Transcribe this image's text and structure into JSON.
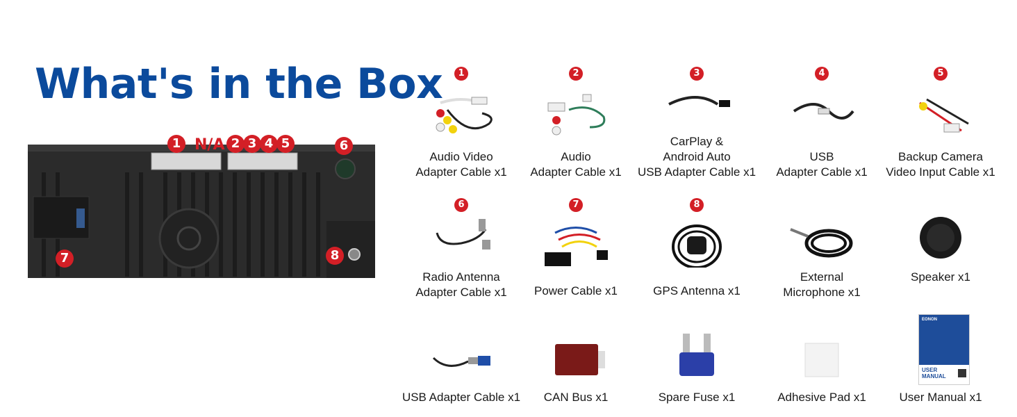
{
  "title": "What's in the Box",
  "unit": {
    "markers": [
      "1",
      "2",
      "3",
      "4",
      "5",
      "6",
      "7",
      "8"
    ],
    "na_label": "N/A"
  },
  "items": [
    {
      "num": "1",
      "line1": "Audio Video",
      "line2": "Adapter Cable x1",
      "line3": ""
    },
    {
      "num": "2",
      "line1": "Audio",
      "line2": "Adapter Cable x1",
      "line3": ""
    },
    {
      "num": "3",
      "line1": "CarPlay &",
      "line2": "Android Auto",
      "line3": "USB Adapter Cable x1"
    },
    {
      "num": "4",
      "line1": "USB",
      "line2": "Adapter Cable x1",
      "line3": ""
    },
    {
      "num": "5",
      "line1": "Backup Camera",
      "line2": "Video Input Cable x1",
      "line3": ""
    },
    {
      "num": "6",
      "line1": "Radio Antenna",
      "line2": "Adapter Cable x1",
      "line3": ""
    },
    {
      "num": "7",
      "line1": "Power Cable x1",
      "line2": "",
      "line3": ""
    },
    {
      "num": "8",
      "line1": "GPS Antenna x1",
      "line2": "",
      "line3": ""
    },
    {
      "num": "",
      "line1": "External",
      "line2": "Microphone x1",
      "line3": ""
    },
    {
      "num": "",
      "line1": "Speaker x1",
      "line2": "",
      "line3": ""
    },
    {
      "num": "",
      "line1": "USB Adapter Cable x1",
      "line2": "",
      "line3": ""
    },
    {
      "num": "",
      "line1": "CAN Bus x1",
      "line2": "",
      "line3": ""
    },
    {
      "num": "",
      "line1": "Spare Fuse x1",
      "line2": "",
      "line3": ""
    },
    {
      "num": "",
      "line1": "Adhesive Pad x1",
      "line2": "",
      "line3": ""
    },
    {
      "num": "",
      "line1": "User Manual x1",
      "line2": "",
      "line3": ""
    }
  ],
  "manual": {
    "brand": "EONON",
    "line1": "USER",
    "line2": "MANUAL"
  },
  "colors": {
    "title": "#0b4a9c",
    "marker": "#d31f26",
    "unit": "#2a2a2a"
  }
}
